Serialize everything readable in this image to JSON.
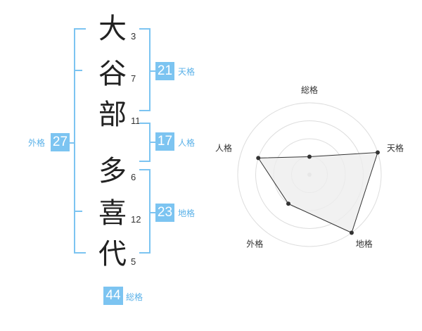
{
  "name": {
    "chars": [
      {
        "char": "大",
        "strokes": "3"
      },
      {
        "char": "谷",
        "strokes": "7"
      },
      {
        "char": "部",
        "strokes": "11"
      },
      {
        "char": "多",
        "strokes": "6"
      },
      {
        "char": "喜",
        "strokes": "12"
      },
      {
        "char": "代",
        "strokes": "5"
      }
    ]
  },
  "kaku": {
    "tenkaku": {
      "value": "21",
      "label": "天格"
    },
    "jinkaku": {
      "value": "17",
      "label": "人格"
    },
    "chikaku": {
      "value": "23",
      "label": "地格"
    },
    "gaikaku": {
      "value": "27",
      "label": "外格"
    },
    "soukaku": {
      "value": "44",
      "label": "総格"
    }
  },
  "chart_data": {
    "type": "radar",
    "axes": [
      "総格",
      "天格",
      "地格",
      "外格",
      "人格"
    ],
    "scale_max": 4,
    "values": [
      1,
      4,
      4,
      2,
      3
    ],
    "grid_rings": 4,
    "colors": {
      "fill": "#eeeeee",
      "line": "#333333",
      "grid": "#dddddd",
      "point": "#333333"
    }
  }
}
